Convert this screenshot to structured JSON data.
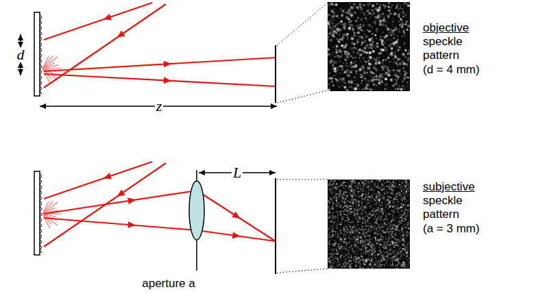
{
  "diagram": {
    "labels": [
      "d",
      "z",
      "objective",
      "speckle",
      "pattern",
      "(d = 4 mm)",
      "L",
      "aperture a",
      "subjective",
      "speckle",
      "pattern",
      "(a = 3 mm)"
    ]
  }
}
